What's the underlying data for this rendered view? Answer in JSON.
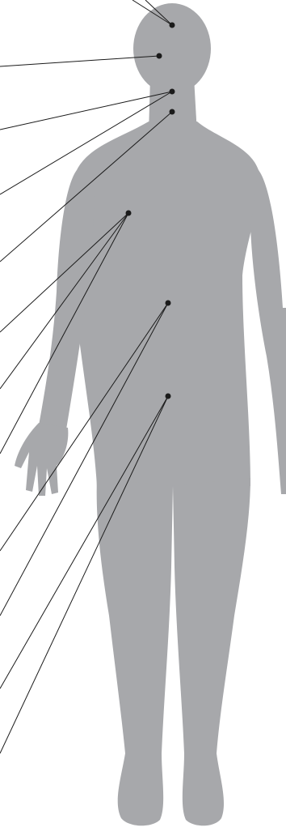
{
  "figure": {
    "silhouette_color": "#a7a8ab",
    "line_color": "#1b1b1b",
    "background": "#ffffff"
  },
  "markers": [
    {
      "name": "marker-head-crown"
    },
    {
      "name": "marker-forehead"
    },
    {
      "name": "marker-neck-upper"
    },
    {
      "name": "marker-neck-lower"
    },
    {
      "name": "marker-chest"
    },
    {
      "name": "marker-abdomen"
    },
    {
      "name": "marker-pelvis"
    }
  ]
}
